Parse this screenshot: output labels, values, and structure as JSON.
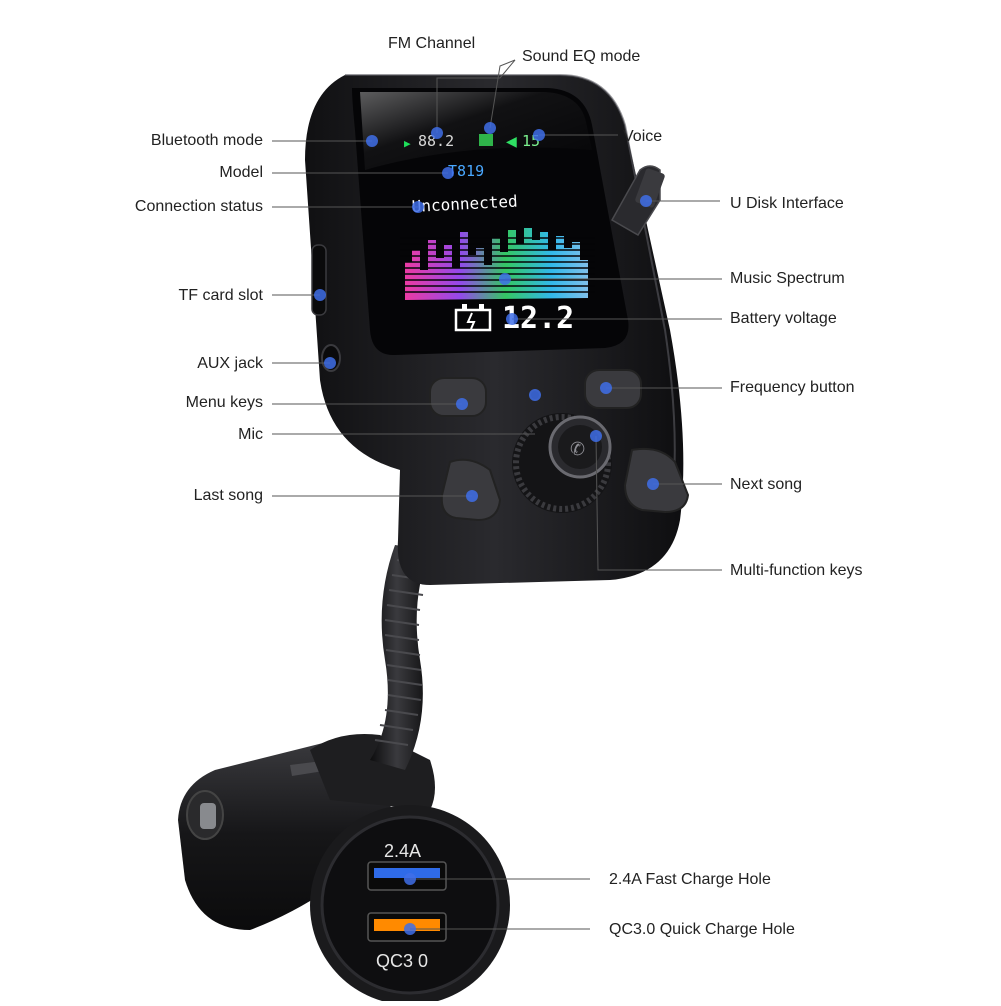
{
  "screen": {
    "fm_frequency": "88.2",
    "voice_level": "15",
    "model": "T819",
    "connection_status": "Unconnected",
    "battery_voltage": "12.2"
  },
  "ports": {
    "usb_top": "2.4A",
    "usb_bottom": "QC3 0"
  },
  "labels": {
    "fm_channel": "FM Channel",
    "sound_eq_mode": "Sound EQ mode",
    "voice": "Voice",
    "bluetooth_mode": "Bluetooth mode",
    "model": "Model",
    "connection_status": "Connection status",
    "u_disk_interface": "U Disk Interface",
    "tf_card_slot": "TF card slot",
    "music_spectrum": "Music Spectrum",
    "battery_voltage": "Battery voltage",
    "aux_jack": "AUX jack",
    "frequency_button": "Frequency button",
    "menu_keys": "Menu keys",
    "mic": "Mic",
    "last_song": "Last song",
    "next_song": "Next song",
    "multi_function_keys": "Multi-function keys",
    "fast_charge_hole": "2.4A Fast Charge Hole",
    "qc_charge_hole": "QC3.0 Quick Charge Hole"
  },
  "colors": {
    "marker": "#3f6fe8",
    "leader_line": "#555555",
    "device_body": "#1c1c1e",
    "usb_blue": "#2f6be8",
    "usb_orange": "#ff8a00"
  }
}
